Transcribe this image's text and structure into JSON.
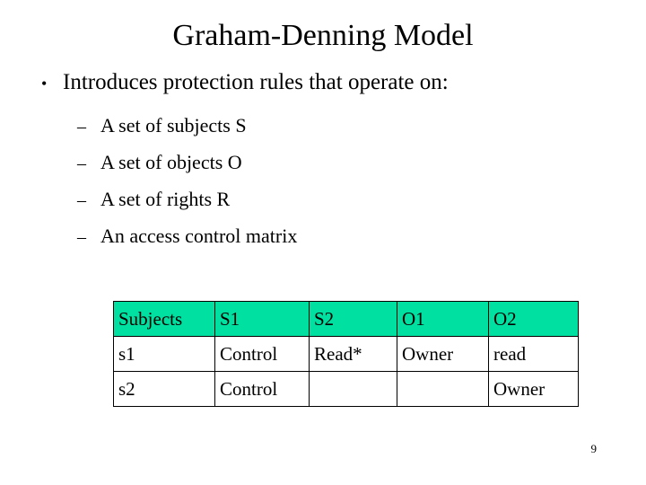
{
  "slide": {
    "title": "Graham-Denning Model",
    "bullet": {
      "marker": "•",
      "text": "Introduces protection rules that operate on:"
    },
    "sub_bullets": [
      {
        "marker": "–",
        "text": "A set of subjects S"
      },
      {
        "marker": "–",
        "text": "A set of objects O"
      },
      {
        "marker": "–",
        "text": "A set of rights R"
      },
      {
        "marker": "–",
        "text": "An access control matrix"
      }
    ],
    "table": {
      "header": [
        "Subjects",
        "S1",
        "S2",
        "O1",
        "O2"
      ],
      "rows": [
        [
          "s1",
          "Control",
          "Read*",
          "Owner",
          "read"
        ],
        [
          "s2",
          "Control",
          "",
          "",
          "Owner"
        ]
      ],
      "header_bg": "#00E0A0",
      "border_color": "#000000"
    },
    "page_number": "9"
  }
}
